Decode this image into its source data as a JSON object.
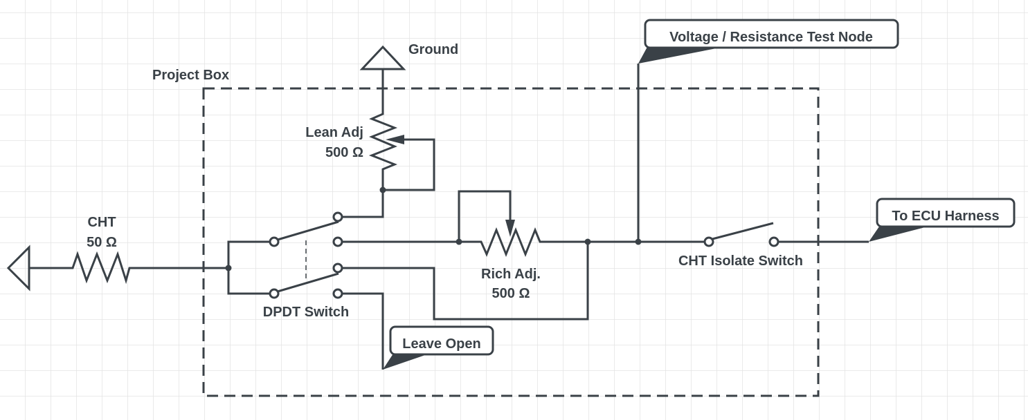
{
  "colors": {
    "line": "#3a4147",
    "grid": "#e3e3e3",
    "background": "#ffffff"
  },
  "labels": {
    "project_box": "Project Box",
    "ground": "Ground",
    "lean_adj_name": "Lean Adj",
    "lean_adj_value": "500 Ω",
    "cht_name": "CHT",
    "cht_value": "50 Ω",
    "dpdt": "DPDT Switch",
    "rich_adj_name": "Rich Adj.",
    "rich_adj_value": "500 Ω",
    "isolate": "CHT Isolate Switch"
  },
  "callouts": {
    "test_node": "Voltage / Resistance Test Node",
    "ecu": "To ECU Harness",
    "leave_open": "Leave Open"
  }
}
